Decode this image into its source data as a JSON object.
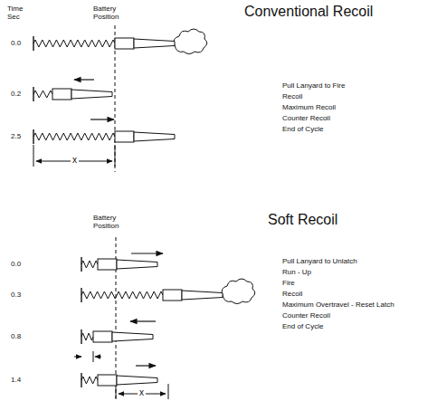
{
  "diagram": {
    "labels": [
      "Time Sec",
      "Battery Position",
      "Conventional Recoil",
      "0.0",
      "0.2",
      "2.5",
      "x",
      "Pull Lanyard to Fire",
      "Recoil",
      "Maximum Recoil",
      "Counter Recoil",
      "End of Cycle",
      "Battery Position",
      "Soft Recoil",
      "0.0",
      "0.3",
      "0.8",
      "1.4",
      "Pull Lanyard to Unlatch",
      "Run - Up",
      "Fire",
      "Recoil",
      "Maximum Overtravel - Reset Latch",
      "Counter Recoil",
      "End of Cycle",
      "x"
    ]
  }
}
